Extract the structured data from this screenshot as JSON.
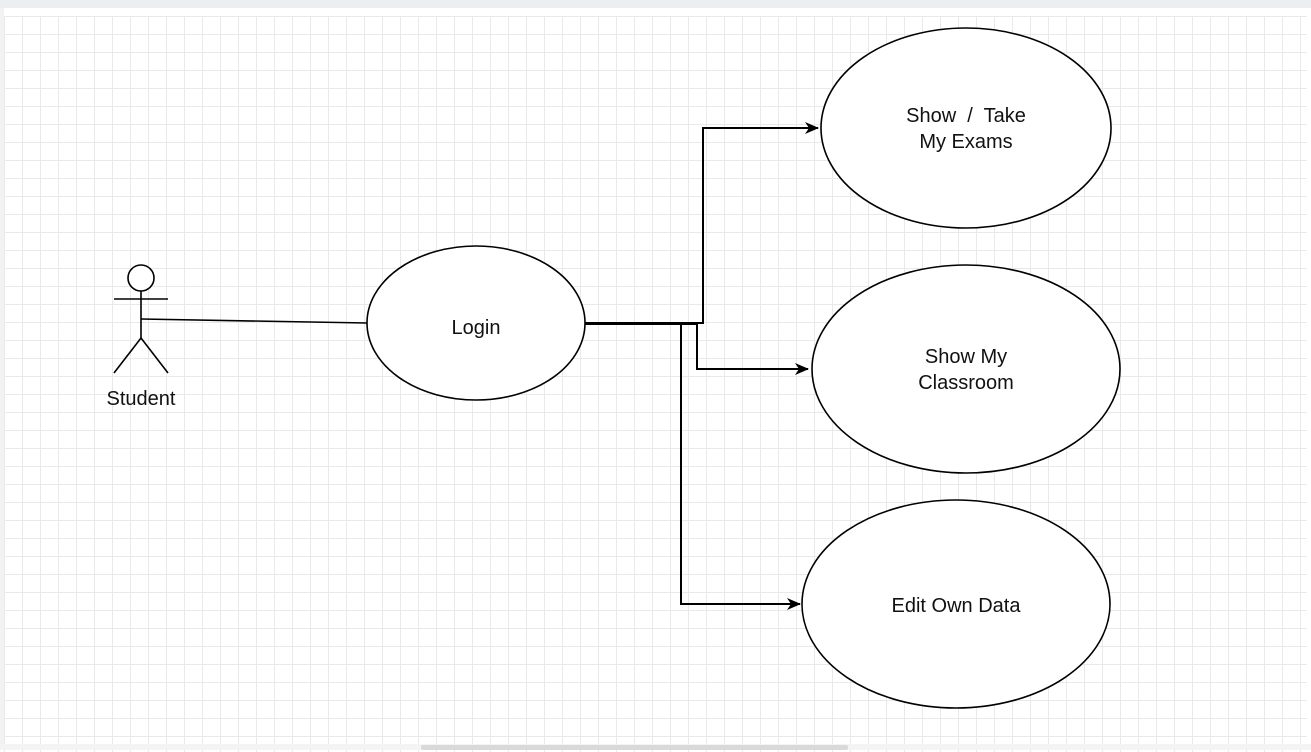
{
  "diagram": {
    "type": "use-case",
    "actor": {
      "label": "Student",
      "icon": "stick-figure-icon"
    },
    "use_cases": {
      "login": {
        "line1": "Login"
      },
      "exams": {
        "line1": "Show  /  Take",
        "line2": "My Exams"
      },
      "classroom": {
        "line1": "Show My",
        "line2": "Classroom"
      },
      "edit": {
        "line1": "Edit Own Data"
      }
    },
    "connections": [
      {
        "from": "Student",
        "to": "Login",
        "arrow": false
      },
      {
        "from": "Login",
        "to": "Show / Take My Exams",
        "arrow": true
      },
      {
        "from": "Login",
        "to": "Show My Classroom",
        "arrow": true
      },
      {
        "from": "Login",
        "to": "Edit Own Data",
        "arrow": true
      }
    ],
    "colors": {
      "stroke": "#000000",
      "background": "#ffffff",
      "grid_minor": "#e9e9e9",
      "grid_major": "#d6d6d6"
    }
  }
}
